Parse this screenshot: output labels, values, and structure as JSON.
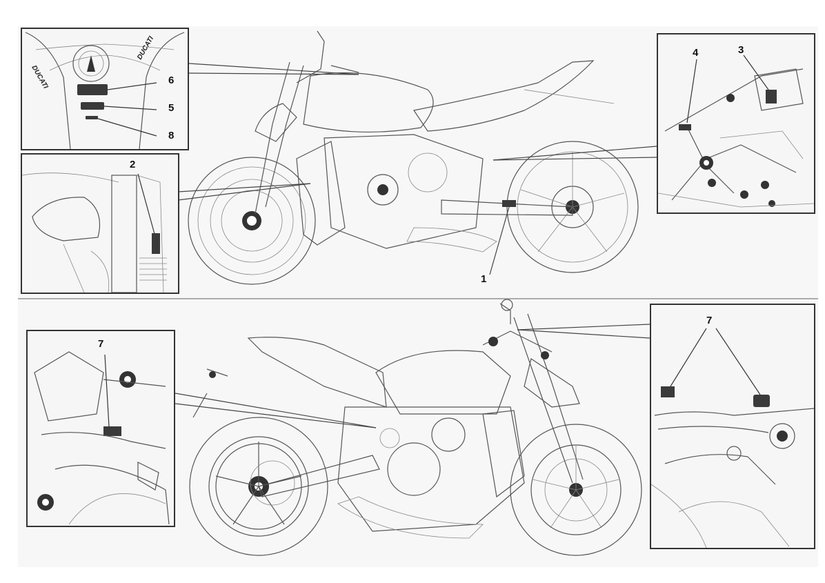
{
  "callouts": {
    "c1": "1",
    "c2": "2",
    "c3": "3",
    "c4": "4",
    "c5": "5",
    "c6": "6",
    "c7_left": "7",
    "c7_right": "7",
    "c8": "8"
  },
  "tank_brand_left": "DUCATI",
  "tank_brand_right": "DUCATI",
  "colors": {
    "line": "#555555",
    "label": "#3a3a3a",
    "panel": "#f6f6f6",
    "frame": "#333333"
  }
}
